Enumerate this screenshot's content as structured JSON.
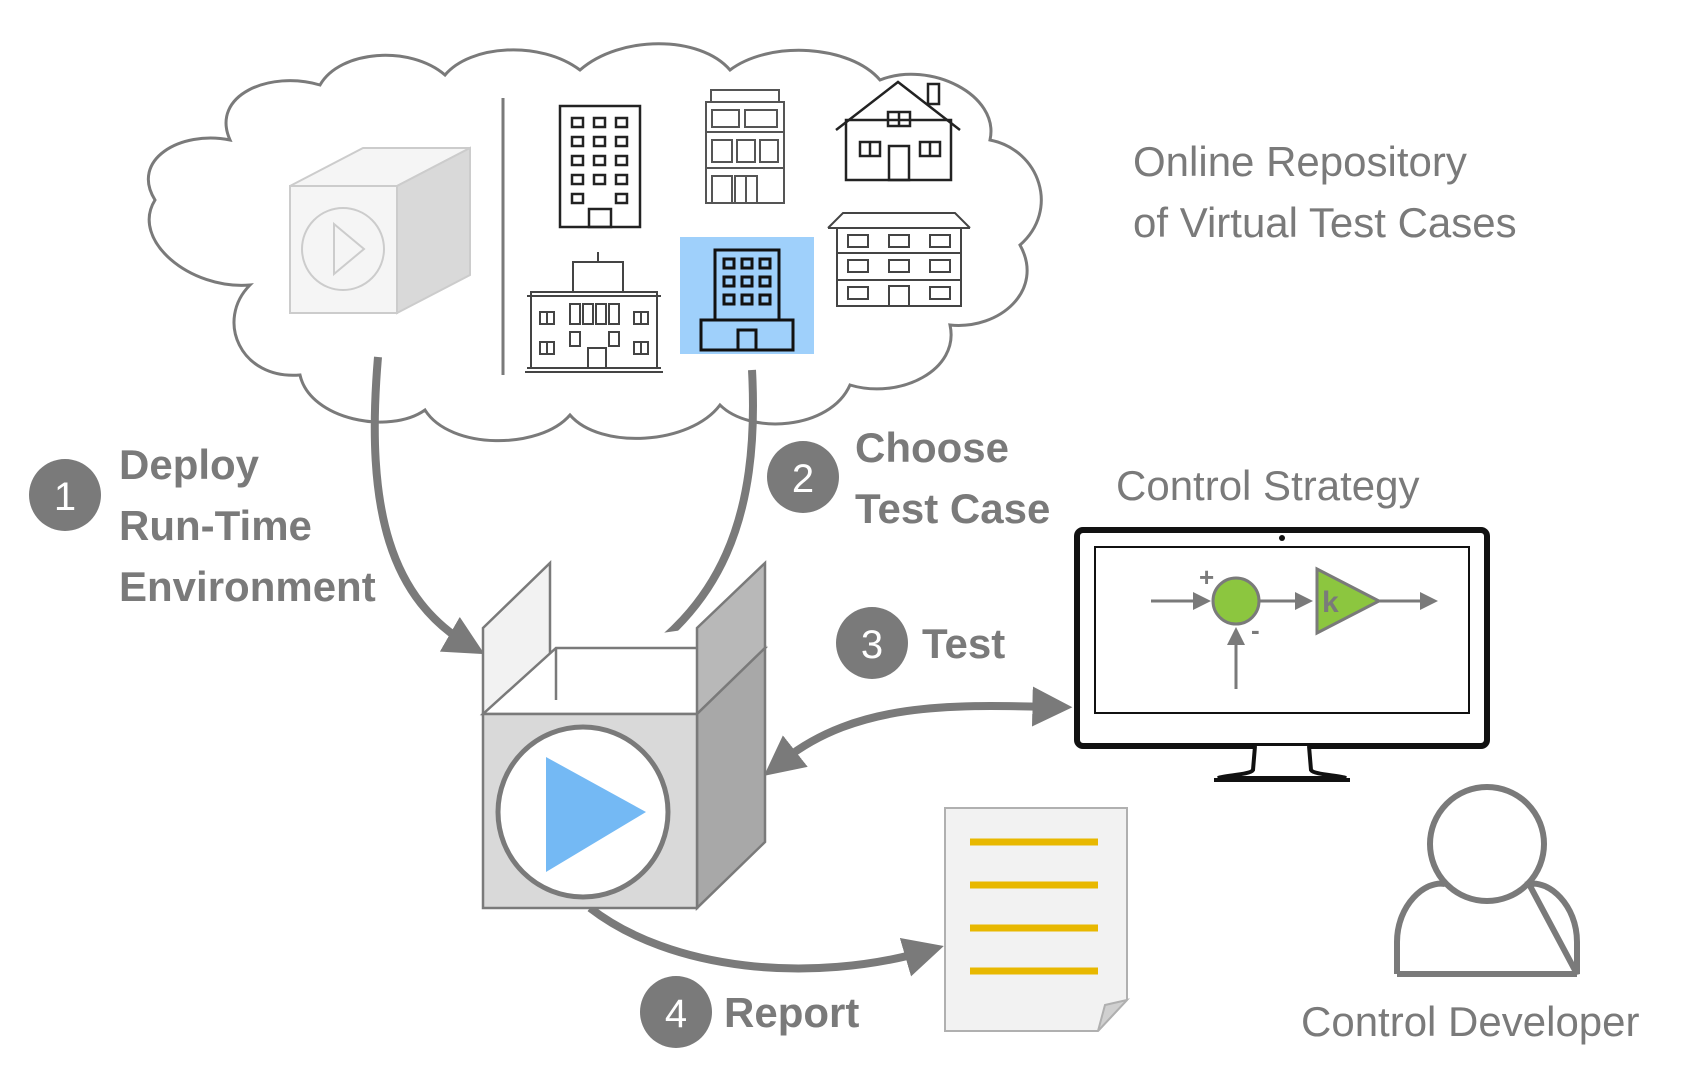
{
  "repository": {
    "title_line1": "Online Repository",
    "title_line2": "of Virtual Test Cases"
  },
  "steps": [
    {
      "number": "1",
      "lines": [
        "Deploy",
        "Run-Time",
        "Environment"
      ]
    },
    {
      "number": "2",
      "lines": [
        "Choose",
        "Test Case"
      ]
    },
    {
      "number": "3",
      "lines": [
        "Test"
      ]
    },
    {
      "number": "4",
      "lines": [
        "Report"
      ]
    }
  ],
  "control_strategy": {
    "title": "Control Strategy",
    "plus_sign": "+",
    "minus_sign": "-",
    "gain_label": "k"
  },
  "developer": {
    "label": "Control Developer"
  },
  "colors": {
    "gray": "#7a7a7a",
    "blue": "#74b9f4",
    "highlight": "#9fd0fb",
    "green": "#8cc63f",
    "yellow": "#e8b800"
  }
}
